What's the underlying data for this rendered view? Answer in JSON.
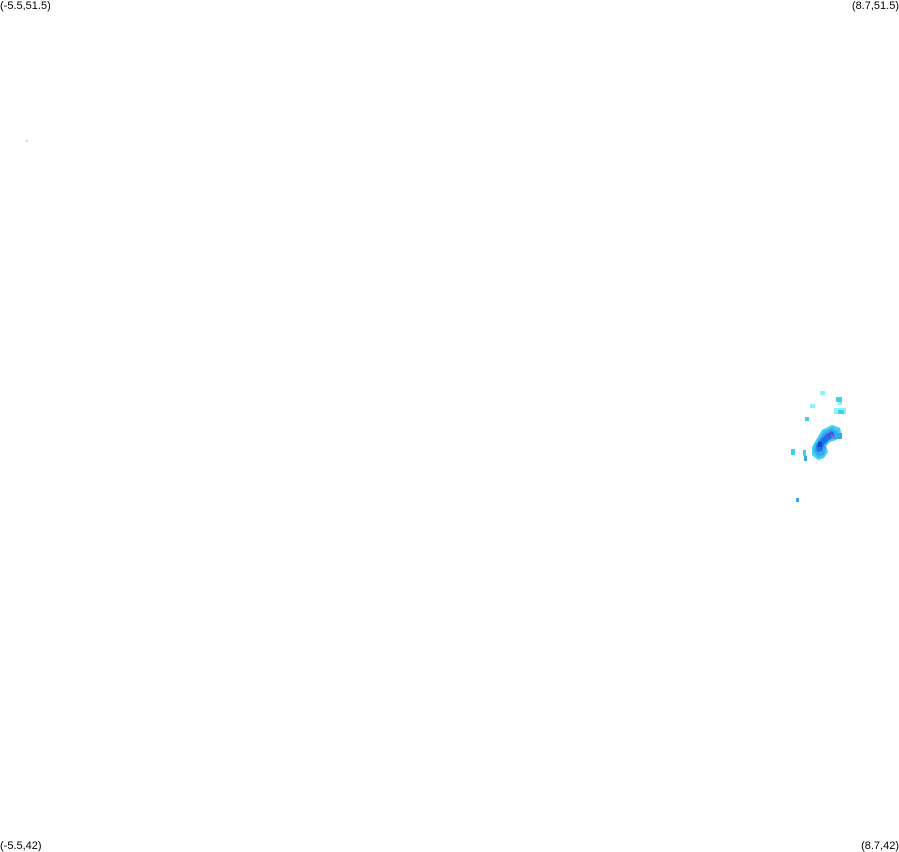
{
  "corners": {
    "top_left": "(-5.5,51.5)",
    "top_right": "(8.7,51.5)",
    "bottom_left": "(-5.5,42)",
    "bottom_right": "(8.7,42)"
  },
  "colors": {
    "background": "#ffffff",
    "light_cyan": "#8ff0f5",
    "cyan": "#3ed0f0",
    "sky_blue": "#3aa6ee",
    "blue": "#1c6fe6",
    "dark_blue": "#1446c8",
    "purple": "#7a3ec8",
    "pink": "#e03aa8"
  }
}
